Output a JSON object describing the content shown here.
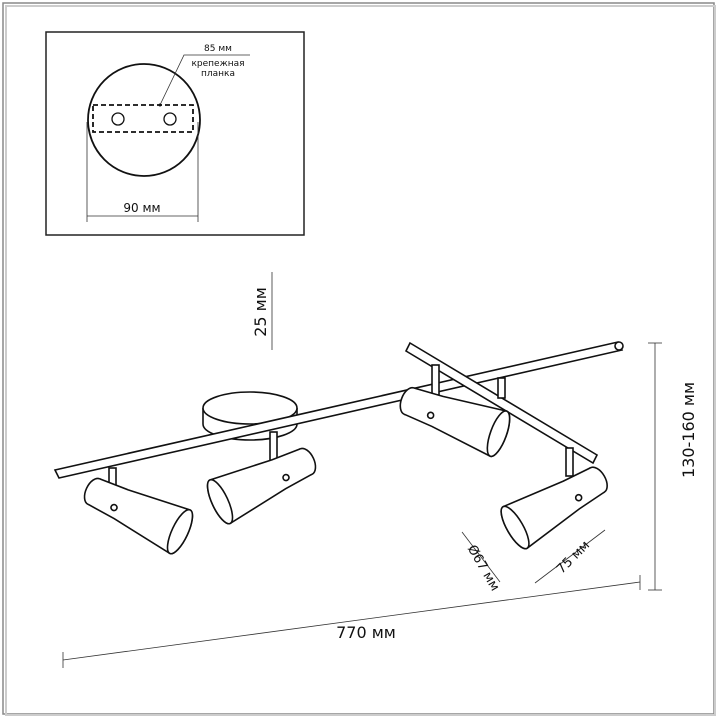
{
  "inset": {
    "width_label": "90 мм",
    "plate_length_label": "85 мм",
    "plate_label_line1": "крепежная",
    "plate_label_line2": "планка"
  },
  "dimensions": {
    "canopy_height": "25 мм",
    "total_height": "130-160 мм",
    "total_length": "770 мм",
    "shade_diameter": "Ø67 мм",
    "shade_length": "75 мм"
  }
}
